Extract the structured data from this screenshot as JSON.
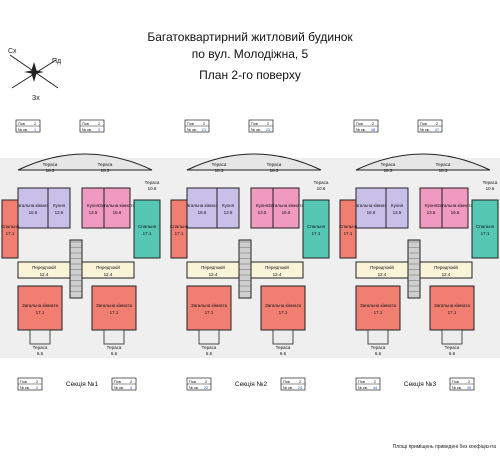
{
  "title": {
    "line1": "Багатоквартирний житловий будинок",
    "line2": "по вул. Молодіжна, 5",
    "line3": "План 2-го поверху"
  },
  "compass": {
    "nw": "Сх",
    "ne": "Пд",
    "s": "Зх"
  },
  "labels": {
    "terrace": "Тераса",
    "kitchen": "Кухня",
    "living": "Загальна кімната",
    "bedroom": "Спальня",
    "hall": "Передпокій",
    "floor_label": "Пов",
    "apt_label": "№ кв."
  },
  "sections": [
    {
      "name": "Секція №1",
      "top_apts": [
        "1",
        "3"
      ],
      "bottom_apts": [
        "2",
        "4"
      ]
    },
    {
      "name": "Секція №2",
      "top_apts": [
        "21",
        "23"
      ],
      "bottom_apts": [
        "22",
        "24"
      ]
    },
    {
      "name": "Секція №3",
      "top_apts": [
        "46",
        "47"
      ],
      "bottom_apts": [
        "44",
        "45"
      ]
    }
  ],
  "floor": "2",
  "areas": {
    "terrace_top": "18.3",
    "terrace_small": "10.6",
    "terrace_bottom": "6.6",
    "bedroom": "17.1",
    "living": "16.6",
    "kitchen": "13.5",
    "living_low": "17.1",
    "hall": "12.4"
  },
  "footer": "Площі приміщень приведені без коефіцієнта"
}
